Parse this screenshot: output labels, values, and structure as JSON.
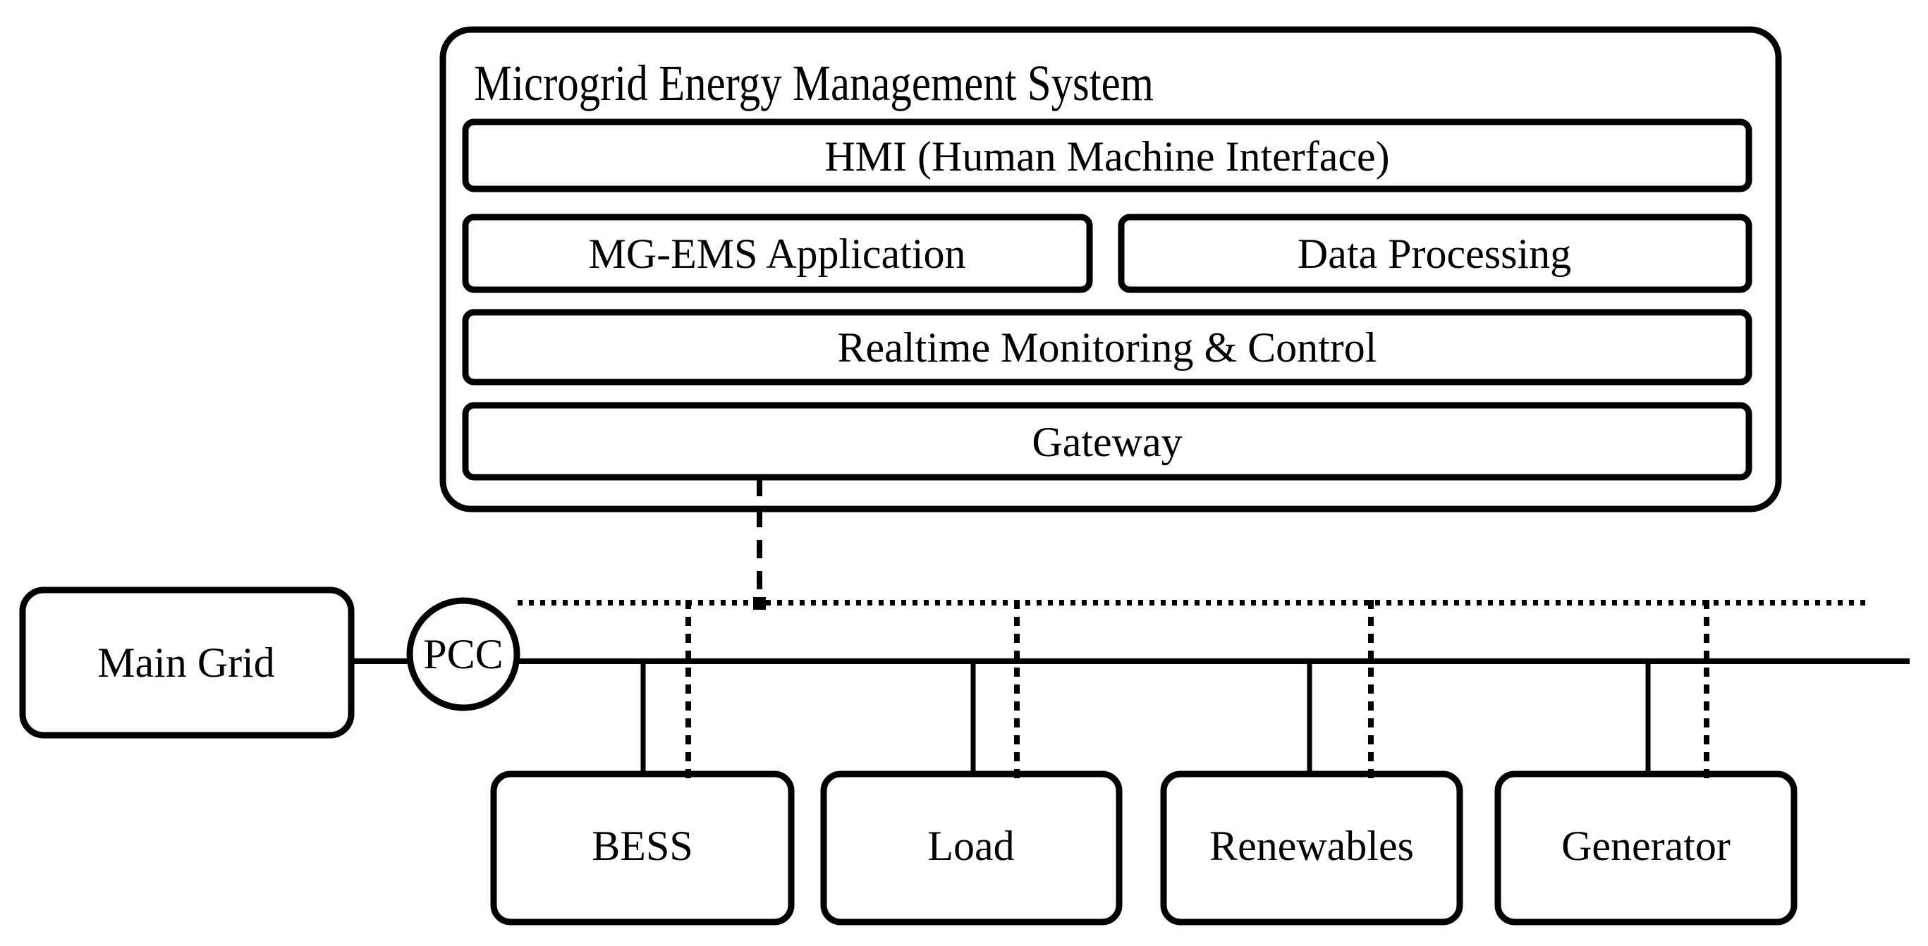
{
  "diagram": {
    "colors": {
      "line": "#000000",
      "background": "#ffffff"
    },
    "ems": {
      "title": "Microgrid Energy Management System",
      "layers": {
        "hmi": "HMI (Human Machine Interface)",
        "application": "MG-EMS Application",
        "data_processing": "Data Processing",
        "monitoring": "Realtime Monitoring & Control",
        "gateway": "Gateway"
      }
    },
    "grid": {
      "main_grid_label": "Main Grid",
      "pcc_label": "PCC"
    },
    "units": [
      {
        "label": "BESS"
      },
      {
        "label": "Load"
      },
      {
        "label": "Renewables"
      },
      {
        "label": "Generator"
      }
    ]
  }
}
